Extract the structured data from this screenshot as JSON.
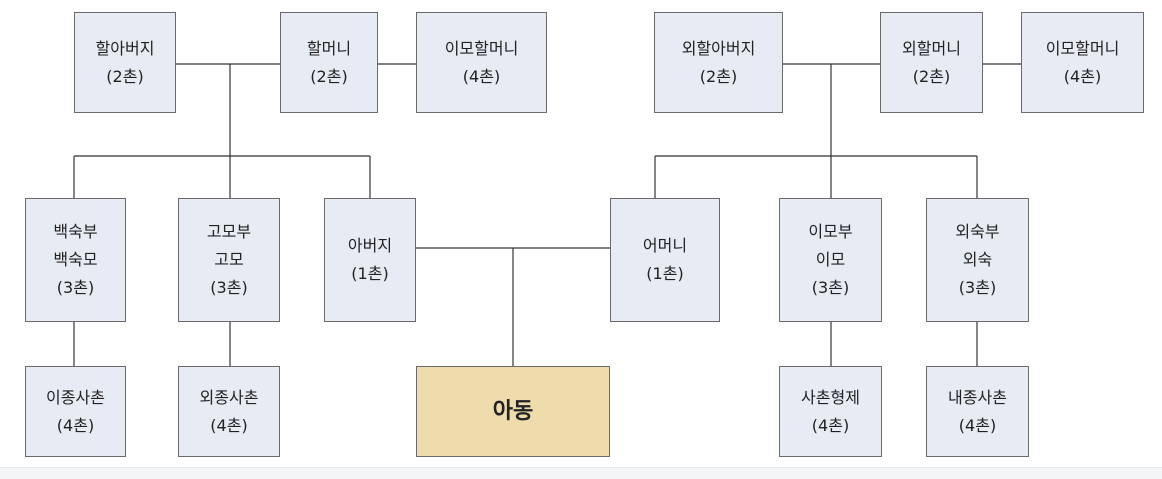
{
  "nodes": {
    "paternal_grandfather": [
      "할아버지",
      "(2촌)"
    ],
    "paternal_grandmother": [
      "할머니",
      "(2촌)"
    ],
    "paternal_great_aunt": [
      "이모할머니",
      "(4촌)"
    ],
    "maternal_grandfather": [
      "외할아버지",
      "(2촌)"
    ],
    "maternal_grandmother": [
      "외할머니",
      "(2촌)"
    ],
    "maternal_great_aunt": [
      "이모할머니",
      "(4촌)"
    ],
    "paternal_uncle": [
      "백숙부",
      "백숙모",
      "(3촌)"
    ],
    "paternal_aunt": [
      "고모부",
      "고모",
      "(3촌)"
    ],
    "father": [
      "아버지",
      "(1촌)"
    ],
    "mother": [
      "어머니",
      "(1촌)"
    ],
    "maternal_aunt": [
      "이모부",
      "이모",
      "(3촌)"
    ],
    "maternal_uncle": [
      "외숙부",
      "외숙",
      "(3촌)"
    ],
    "paternal_cousin": [
      "이종사촌",
      "(4촌)"
    ],
    "paternal_aunt_cousin": [
      "외종사촌",
      "(4촌)"
    ],
    "child": [
      "아동"
    ],
    "maternal_aunt_cousin": [
      "사촌형제",
      "(4촌)"
    ],
    "maternal_uncle_cousin": [
      "내종사촌",
      "(4촌)"
    ]
  }
}
